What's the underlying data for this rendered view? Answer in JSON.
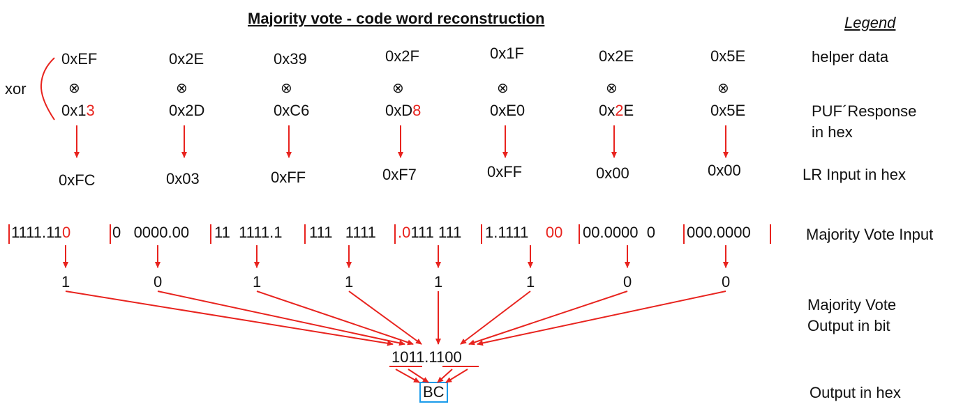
{
  "title": "Majority vote - code word reconstruction",
  "legend": {
    "heading": "Legend",
    "helper_data": "helper data",
    "puf_response_line1": "PUF´Response",
    "puf_response_line2": "in hex",
    "lr_input": "LR Input in hex",
    "mv_input": "Majority Vote Input",
    "mv_output_line1": "Majority Vote",
    "mv_output_line2": "Output in bit",
    "output_hex": "Output in hex"
  },
  "xor_label": "xor",
  "xor_symbol": "⊗",
  "columns": [
    {
      "helper": "0xEF",
      "resp": [
        {
          "t": "0x1",
          "r": false
        },
        {
          "t": "3",
          "r": true
        }
      ],
      "lr": "0xFC"
    },
    {
      "helper": "0x2E",
      "resp": [
        {
          "t": "0x2D",
          "r": false
        }
      ],
      "lr": "0x03"
    },
    {
      "helper": "0x39",
      "resp": [
        {
          "t": "0xC6",
          "r": false
        }
      ],
      "lr": "0xFF"
    },
    {
      "helper": "0x2F",
      "resp": [
        {
          "t": "0xD",
          "r": false
        },
        {
          "t": "8",
          "r": true
        }
      ],
      "lr": "0xF7"
    },
    {
      "helper": "0x1F",
      "resp": [
        {
          "t": "0xE0",
          "r": false
        }
      ],
      "lr": "0xFF"
    },
    {
      "helper": "0x2E",
      "resp": [
        {
          "t": "0x",
          "r": false
        },
        {
          "t": "2",
          "r": true
        },
        {
          "t": "E",
          "r": false
        }
      ],
      "lr": "0x00"
    },
    {
      "helper": "0x5E",
      "resp": [
        {
          "t": "0x5E",
          "r": false
        }
      ],
      "lr": "0x00"
    }
  ],
  "mv_groups": [
    {
      "parts": [
        {
          "t": "1111.11",
          "r": false
        },
        {
          "t": "0",
          "r": true
        }
      ],
      "out": "1"
    },
    {
      "parts": [
        {
          "t": "0   0000.00",
          "r": false
        }
      ],
      "out": "0"
    },
    {
      "parts": [
        {
          "t": "11  1111.1",
          "r": false
        }
      ],
      "out": "1"
    },
    {
      "parts": [
        {
          "t": "111   1111",
          "r": false
        }
      ],
      "out": "1"
    },
    {
      "parts": [
        {
          "t": ".0",
          "r": true
        },
        {
          "t": "111 111",
          "r": false
        }
      ],
      "out": "1"
    },
    {
      "parts": [
        {
          "t": "1.1111    ",
          "r": false
        },
        {
          "t": "00",
          "r": true
        }
      ],
      "out": "1"
    },
    {
      "parts": [
        {
          "t": "00.0000  0",
          "r": false
        }
      ],
      "out": "0"
    },
    {
      "parts": [
        {
          "t": "000.0000",
          "r": false
        }
      ],
      "out": "0"
    }
  ],
  "final_word": "1011.1100",
  "final_hex": "BC"
}
